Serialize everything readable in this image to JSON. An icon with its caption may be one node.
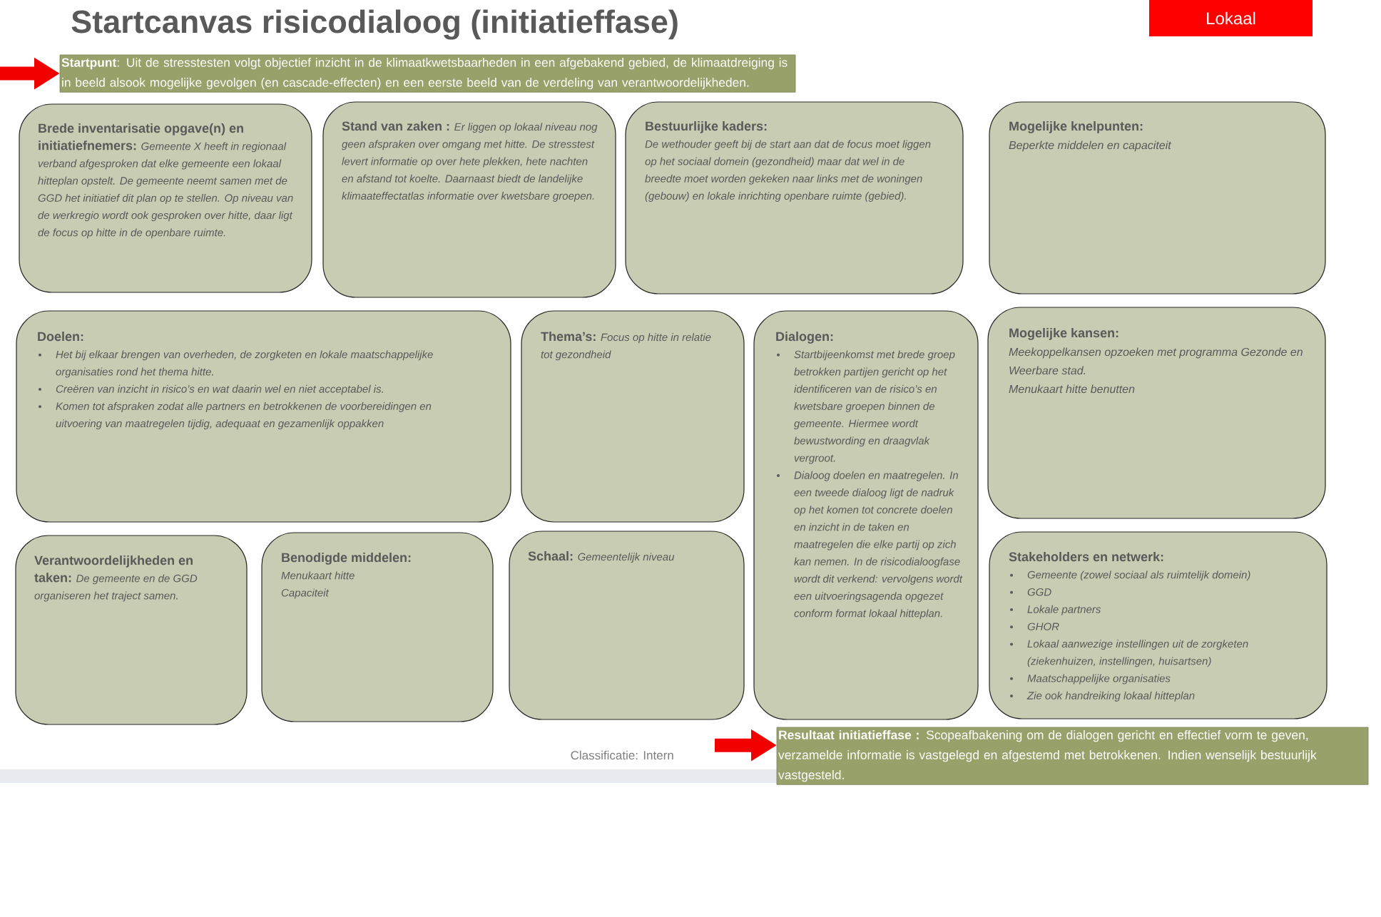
{
  "diagram": {
    "title": "Startcanvas risicodialoog (initiatieffase)",
    "nodes": [
      {
        "text": [
          "Lokaal"
        ]
      },
      {
        "text": [
          "**Startpunt**: Uit de stresstesten volgt objectief inzicht in de klimaatkwetsbaarheden in een afgebakend gebied, de klimaatdreiging is in beeld alsook mogelijke gevolgen (en cascade-effecten) en een eerste beeld van de verdeling van verantwoordelijkheden."
        ]
      },
      {
        "text": [
          "Brede inventarisatie opgave(n) en initiatiefnemers:",
          "Gemeente X heeft in regionaal verband afgesproken dat elke gemeente een lokaal hitteplan opstelt. De gemeente neemt samen met de GGD het initiatief dit plan op te stellen. Op niveau van de werkregio wordt ook gesproken over hitte, daar ligt de focus op hitte in de openbare ruimte."
        ]
      },
      {
        "text": [
          "Stand van zaken :",
          "Er liggen op lokaal niveau nog geen afspraken over omgang met hitte. De stresstest levert informatie op over hete plekken, hete nachten en afstand tot koelte. Daarnaast biedt de landelijke klimaateffectatlas informatie over kwetsbare groepen."
        ]
      },
      {
        "text": [
          "Bestuurlijke kaders:",
          "De wethouder geeft bij de start aan dat de focus moet liggen op het sociaal domein (gezondheid) maar dat wel in de breedte moet worden gekeken naar links met de woningen (gebouw) en lokale inrichting openbare ruimte (gebied)."
        ]
      },
      {
        "text": [
          "Mogelijke knelpunten:",
          "Beperkte middelen en capaciteit"
        ]
      },
      {
        "text": [
          "Doelen:",
          "Het bij elkaar brengen van overheden, de zorgketen en lokale maatschappelijke organisaties rond het thema hitte.",
          "Creëren van inzicht in risico’s en wat daarin wel en niet acceptabel is.",
          "Komen tot afspraken zodat alle partners en betrokkenen de voorbereidingen en uitvoering van maatregelen tijdig, adequaat en gezamenlijk oppakken"
        ]
      },
      {
        "text": [
          "Thema’s:",
          "Focus op hitte in relatie tot gezondheid"
        ]
      },
      {
        "text": [
          "Dialogen:",
          "Startbijeenkomst met brede groep betrokken partijen gericht op het identificeren van de risico’s en kwetsbare groepen binnen de gemeente. Hiermee wordt bewustwording en draagvlak vergroot.",
          "Dialoog doelen en maatregelen. In een tweede dialoog ligt de nadruk op het komen tot concrete doelen en inzicht in de taken en maatregelen die elke partij op zich kan nemen. In de risicodialoogfase wordt dit verkend: vervolgens wordt een uitvoeringsagenda opgezet conform format lokaal hitteplan."
        ]
      },
      {
        "text": [
          "Mogelijke kansen:",
          "Meekoppelkansen opzoeken met programma Gezonde en Weerbare stad.",
          "Menukaart hitte benutten"
        ]
      },
      {
        "text": [
          "Verantwoordelijkheden en taken:",
          "De gemeente en de GGD organiseren het traject samen."
        ]
      },
      {
        "text": [
          "Benodigde middelen:",
          "Menukaart hitte",
          "Capaciteit"
        ]
      },
      {
        "text": [
          "Schaal:",
          "Gemeentelijk niveau"
        ]
      },
      {
        "text": [
          "Stakeholders en netwerk:",
          "Gemeente (zowel sociaal als ruimtelijk domein)",
          "GGD",
          "Lokale partners",
          "GHOR",
          "Lokaal aanwezige instellingen uit de zorgketen (ziekenhuizen, instellingen, huisartsen)",
          "Maatschappelijke organisaties",
          "Zie ook handreiking lokaal hitteplan"
        ]
      },
      {
        "text": [
          "**Resultaat initiatieffase :** Scopeafbakening om de dialogen gericht en effectief vorm te geven, verzamelde informatie is vastgelegd en afgestemd met betrokkenen. Indien wenselijk bestuurlijk vastgesteld."
        ]
      }
    ],
    "edges": [
      {
        "from": null,
        "to": 1,
        "arrow": "to"
      },
      {
        "from": null,
        "to": 14,
        "arrow": "to"
      }
    ],
    "labels": [
      "Classificatie: Intern"
    ]
  }
}
